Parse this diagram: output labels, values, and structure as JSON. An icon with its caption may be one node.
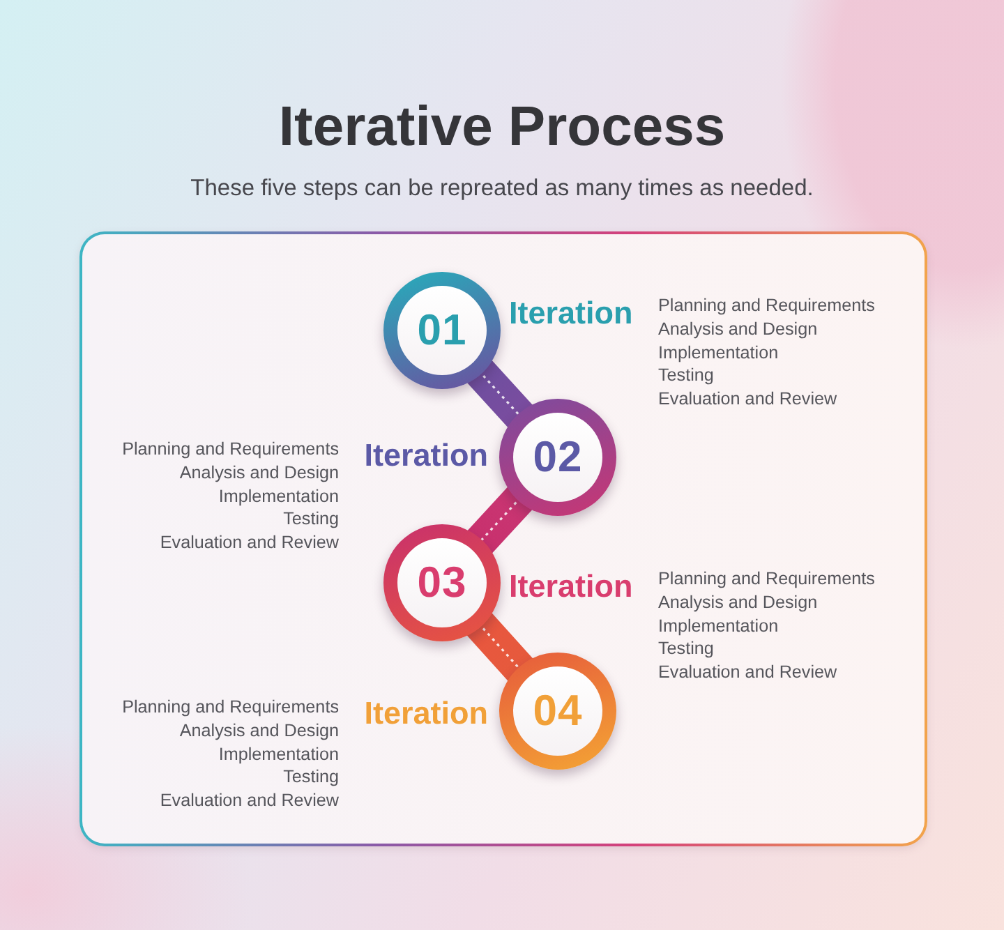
{
  "diagram": {
    "title": "Iterative Process",
    "nodes": [
      {
        "text": [
          "01"
        ],
        "beside": [
          "Iteration",
          "Planning and Requirements",
          "Analysis and Design",
          "Implementation",
          "Testing",
          "Evaluation and Review"
        ]
      },
      {
        "text": [
          "02"
        ],
        "beside": [
          "Iteration",
          "Planning and Requirements",
          "Analysis and Design",
          "Implementation",
          "Testing",
          "Evaluation and Review"
        ]
      },
      {
        "text": [
          "03"
        ],
        "beside": [
          "Iteration",
          "Planning and Requirements",
          "Analysis and Design",
          "Implementation",
          "Testing",
          "Evaluation and Review"
        ]
      },
      {
        "text": [
          "04"
        ],
        "beside": [
          "Iteration",
          "Planning and Requirements",
          "Analysis and Design",
          "Implementation",
          "Testing",
          "Evaluation and Review"
        ]
      }
    ],
    "edges": [
      {
        "from": 0,
        "to": 1,
        "arrow": "none"
      },
      {
        "from": 1,
        "to": 2,
        "arrow": "none"
      },
      {
        "from": 2,
        "to": 3,
        "arrow": "none"
      }
    ],
    "labels": [
      "These five steps can be repreated as many times as needed."
    ]
  }
}
